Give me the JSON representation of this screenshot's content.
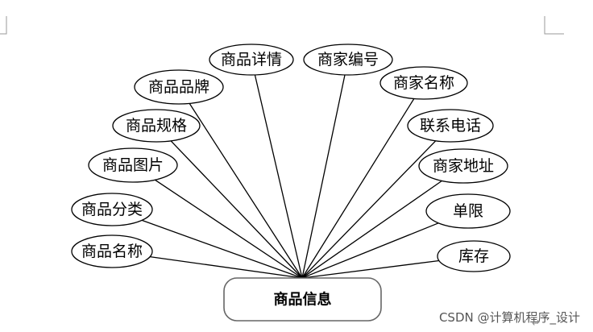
{
  "diagram": {
    "entity": "商品信息",
    "attributes": [
      "商品名称",
      "商品分类",
      "商品图片",
      "商品规格",
      "商品品牌",
      "商品详情",
      "商家编号",
      "商家名称",
      "联系电话",
      "商家地址",
      "单限",
      "库存"
    ]
  },
  "watermark": "CSDN @计算机程序_设计"
}
